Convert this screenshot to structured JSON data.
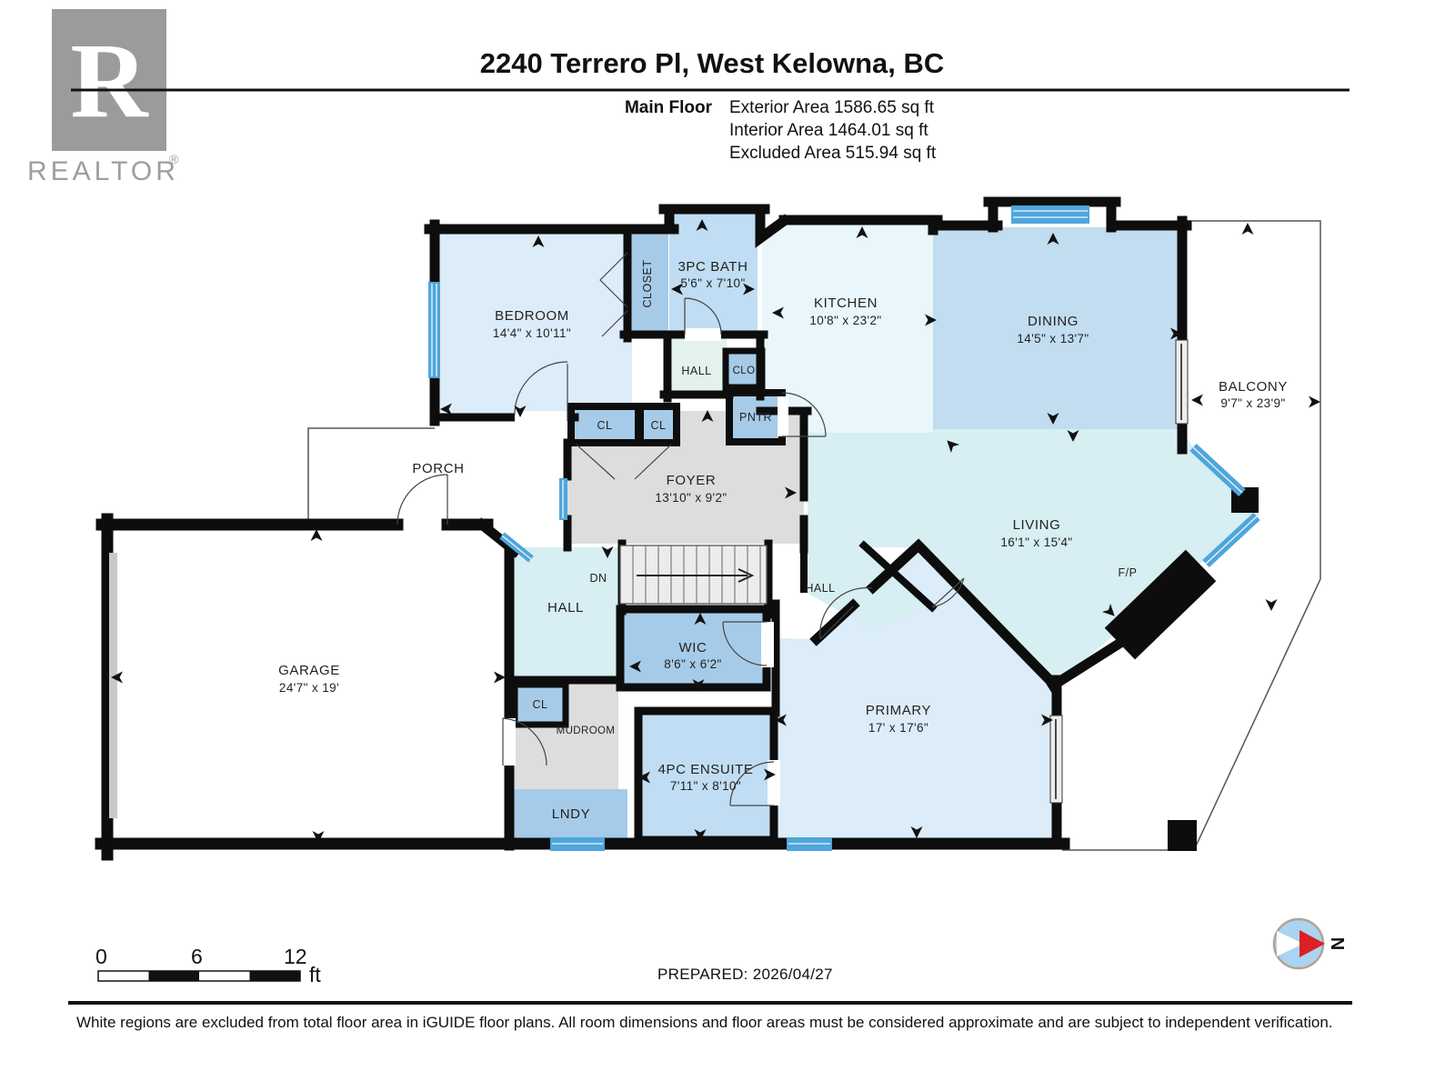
{
  "header": {
    "logo": {
      "letter": "R",
      "brand": "REALTOR",
      "registered": "®"
    },
    "title": "2240 Terrero Pl, West Kelowna, BC",
    "floor_label": "Main Floor",
    "stats": {
      "exterior": "Exterior Area 1586.65 sq ft",
      "interior": "Interior Area 1464.01 sq ft",
      "excluded": "Excluded Area 515.94 sq ft"
    }
  },
  "rooms": {
    "bedroom": {
      "name": "BEDROOM",
      "dims": "14'4\" x 10'11\""
    },
    "closet": {
      "name": "CLOSET"
    },
    "bath": {
      "name": "3PC BATH",
      "dims": "5'6\" x 7'10\""
    },
    "hall_top": {
      "name": "HALL"
    },
    "clo": {
      "name": "CLO"
    },
    "pntr": {
      "name": "PNTR"
    },
    "cl_a": {
      "name": "CL"
    },
    "cl_b": {
      "name": "CL"
    },
    "kitchen": {
      "name": "KITCHEN",
      "dims": "10'8\" x 23'2\""
    },
    "dining": {
      "name": "DINING",
      "dims": "14'5\" x 13'7\""
    },
    "balcony": {
      "name": "BALCONY",
      "dims": "9'7\" x 23'9\""
    },
    "foyer": {
      "name": "FOYER",
      "dims": "13'10\" x 9'2\""
    },
    "porch": {
      "name": "PORCH"
    },
    "garage": {
      "name": "GARAGE",
      "dims": "24'7\" x 19'"
    },
    "dn": {
      "name": "DN"
    },
    "hall_left": {
      "name": "HALL"
    },
    "hall_right": {
      "name": "HALL"
    },
    "wic": {
      "name": "WIC",
      "dims": "8'6\" x 6'2\""
    },
    "living": {
      "name": "LIVING",
      "dims": "16'1\" x 15'4\""
    },
    "fp": {
      "name": "F/P"
    },
    "primary": {
      "name": "PRIMARY",
      "dims": "17' x 17'6\""
    },
    "cl_mud": {
      "name": "CL"
    },
    "mudroom": {
      "name": "MUDROOM"
    },
    "ensuite": {
      "name": "4PC ENSUITE",
      "dims": "7'11\" x 8'10\""
    },
    "lndy": {
      "name": "LNDY"
    }
  },
  "footer": {
    "scale": {
      "zero": "0",
      "six": "6",
      "twelve": "12",
      "unit": "ft"
    },
    "prepared": "PREPARED: 2026/04/27",
    "compass_n": "N",
    "disclaimer": "White regions are excluded from total floor area in iGUIDE floor plans. All room dimensions and floor areas must be considered approximate and are subject to independent verification."
  },
  "colors": {
    "room_pale_blue": "#dcecf8",
    "room_medium_blue": "#a6cbe8",
    "room_bath_blue": "#c0ddf3",
    "room_kitchen_blue": "#e9f6fb",
    "room_dining_blue": "#c2dcf0",
    "room_living_cyan": "#d7eef2",
    "room_gray": "#dddddd",
    "wall_black": "#0d0d0d",
    "window_blue": "#4ea6da",
    "compass_red": "#dd1f26",
    "compass_fill": "#aad4f1"
  }
}
